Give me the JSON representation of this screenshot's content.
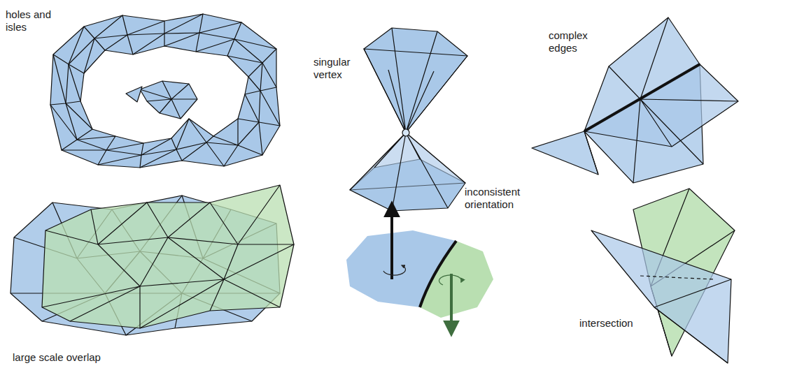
{
  "diagram": {
    "labels": [
      "holes and isles",
      "singular vertex",
      "complex edges",
      "large scale overlap",
      "inconsistent orientation",
      "intersection"
    ]
  }
}
